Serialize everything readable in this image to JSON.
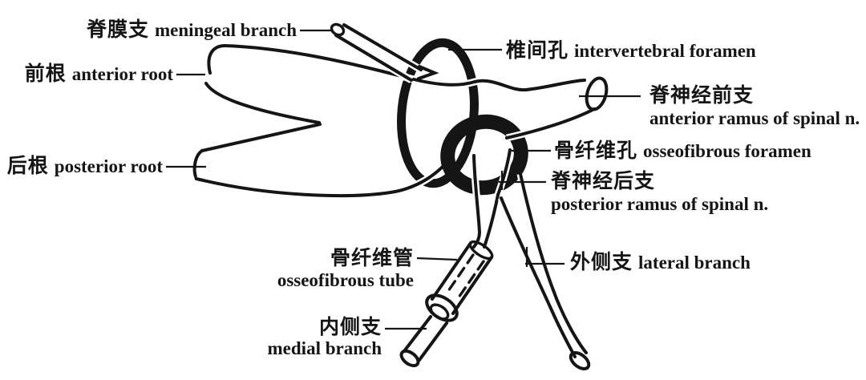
{
  "colors": {
    "ink": "#151515",
    "background": "#ffffff"
  },
  "labels": {
    "meningeal_branch": {
      "zh": "脊膜支",
      "en": "meningeal branch"
    },
    "anterior_root": {
      "zh": "前根",
      "en": "anterior root"
    },
    "posterior_root": {
      "zh": "后根",
      "en": "posterior root"
    },
    "intervertebral_foramen": {
      "zh": "椎间孔",
      "en": "intervertebral foramen"
    },
    "anterior_ramus": {
      "zh": "脊神经前支",
      "en": "anterior ramus of spinal n."
    },
    "osseofibrous_foramen": {
      "zh": "骨纤维孔",
      "en": "osseofibrous foramen"
    },
    "posterior_ramus": {
      "zh": "脊神经后支",
      "en": "posterior ramus of spinal n."
    },
    "lateral_branch": {
      "zh": "外侧支",
      "en": "lateral branch"
    },
    "osseofibrous_tube": {
      "zh": "骨纤维管",
      "en": "osseofibrous tube"
    },
    "medial_branch": {
      "zh": "内侧支",
      "en": "medial branch"
    }
  }
}
